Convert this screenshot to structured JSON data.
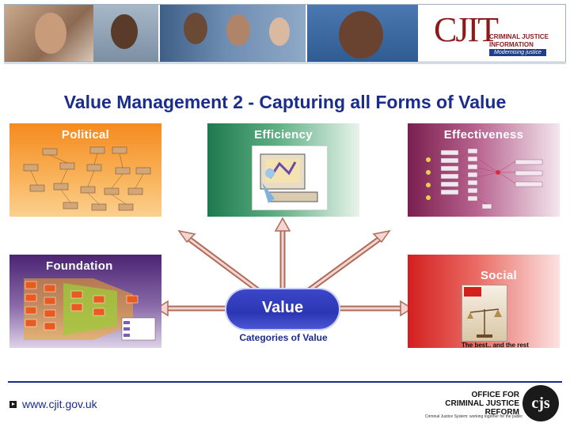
{
  "header": {
    "logo": {
      "mark": "CJIT",
      "line1": "CRIMINAL JUSTICE",
      "line2": "INFORMATION TECHNOLOGY",
      "tagline": "Modernising justice"
    }
  },
  "title": "Value Management 2 - Capturing all Forms of Value",
  "boxes": {
    "political": "Political",
    "efficiency": "Efficiency",
    "effectiveness": "Effectiveness",
    "foundation": "Foundation",
    "social": "Social",
    "social_caption": "The best.. and the rest"
  },
  "center": {
    "label": "Value",
    "sublabel": "Categories of Value"
  },
  "footer": {
    "website": "www.cjit.gov.uk",
    "ocjr_line1": "OFFICE FOR",
    "ocjr_line2": "CRIMINAL JUSTICE REFORM",
    "ocjr_tagline": "Criminal Justice System: working together for the public",
    "badge": "cjs"
  },
  "colors": {
    "title": "#1a2d8c",
    "political": "#f58a1f",
    "efficiency": "#1d7a4e",
    "effectiveness": "#7a1f4f",
    "foundation": "#4b2473",
    "social": "#d3201f",
    "value": "#2b36b3"
  }
}
